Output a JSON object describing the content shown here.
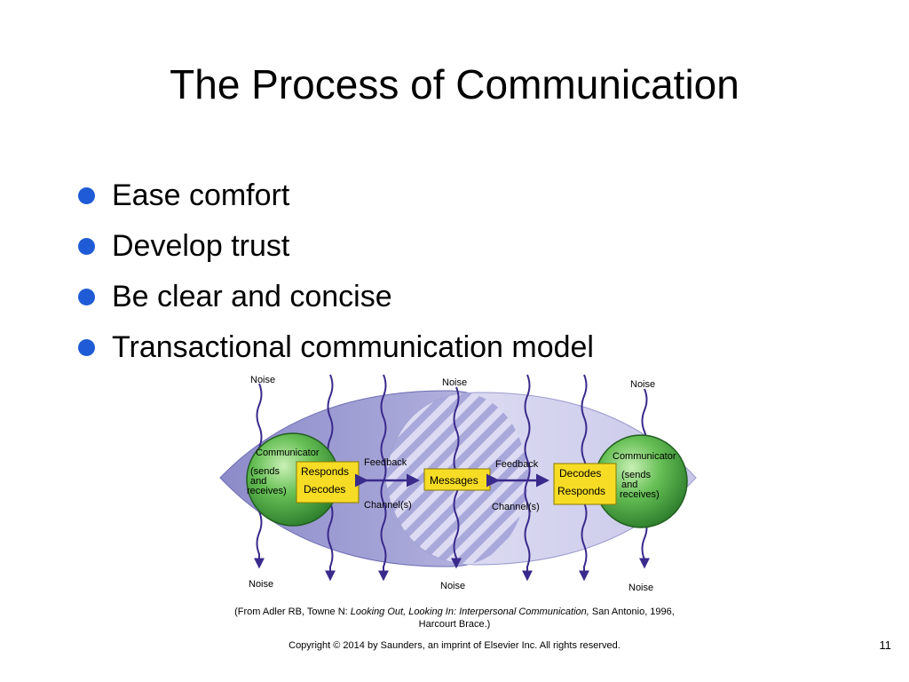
{
  "slide": {
    "title": "The Process of Communication",
    "bullets": [
      "Ease comfort",
      "Develop trust",
      "Be clear and concise",
      "Transactional communication model"
    ]
  },
  "diagram": {
    "noise_label": "Noise",
    "left_communicator": {
      "title": "Communicator",
      "sub": [
        "(sends",
        "and",
        "receives)"
      ],
      "box": [
        "Responds",
        "Decodes"
      ]
    },
    "right_communicator": {
      "title": "Communicator",
      "sub": [
        "(sends",
        "and",
        "receives)"
      ],
      "box": [
        "Decodes",
        "Responds"
      ]
    },
    "messages": "Messages",
    "feedback": "Feedback",
    "channels": "Channel(s)",
    "colors": {
      "left_ellipse": "#a7a6d8",
      "right_ellipse": "#d3d2ee",
      "circle_green": "#3f9e3c",
      "box_yellow": "#f6dc24",
      "arrow": "#3a2a8c"
    }
  },
  "citation": {
    "prefix": "(From Adler RB, Towne N: ",
    "italic": "Looking Out, Looking In: Interpersonal Communication,",
    "suffix": " San Antonio, 1996, Harcourt Brace.)"
  },
  "footer": {
    "copyright": "Copyright © 2014 by Saunders, an imprint of Elsevier Inc. All rights reserved.",
    "page_number": "11"
  }
}
